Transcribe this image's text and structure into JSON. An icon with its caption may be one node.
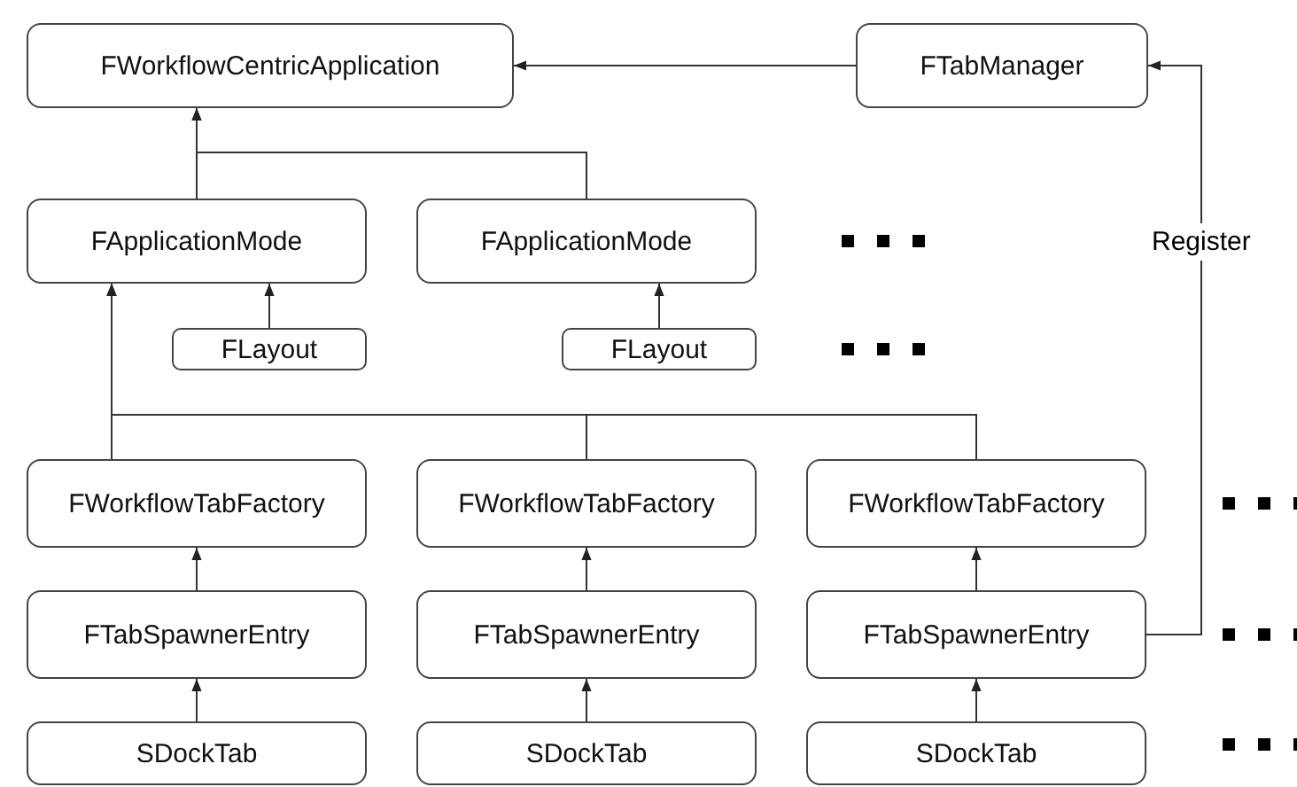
{
  "diagram": {
    "nodes": [
      {
        "text": [
          "FWorkflowCentricApplication"
        ]
      },
      {
        "text": [
          "FTabManager"
        ]
      },
      {
        "text": [
          "FApplicationMode"
        ]
      },
      {
        "text": [
          "FApplicationMode"
        ]
      },
      {
        "text": [
          "FLayout"
        ]
      },
      {
        "text": [
          "FLayout"
        ]
      },
      {
        "text": [
          "FWorkflowTabFactory"
        ]
      },
      {
        "text": [
          "FWorkflowTabFactory"
        ]
      },
      {
        "text": [
          "FWorkflowTabFactory"
        ]
      },
      {
        "text": [
          "FTabSpawnerEntry"
        ]
      },
      {
        "text": [
          "FTabSpawnerEntry"
        ]
      },
      {
        "text": [
          "FTabSpawnerEntry"
        ]
      },
      {
        "text": [
          "SDockTab"
        ]
      },
      {
        "text": [
          "SDockTab"
        ]
      },
      {
        "text": [
          "SDockTab"
        ]
      }
    ],
    "edges": [
      {
        "from": 1,
        "to": 0,
        "arrow": "to"
      },
      {
        "from": 2,
        "to": 0,
        "arrow": "to"
      },
      {
        "from": 3,
        "to": 0,
        "arrow": "to"
      },
      {
        "from": 4,
        "to": 2,
        "arrow": "to"
      },
      {
        "from": 5,
        "to": 3,
        "arrow": "to"
      },
      {
        "from": 6,
        "to": 2,
        "arrow": "to"
      },
      {
        "from": 7,
        "to": 2,
        "arrow": "to"
      },
      {
        "from": 8,
        "to": 2,
        "arrow": "to"
      },
      {
        "from": 9,
        "to": 6,
        "arrow": "to"
      },
      {
        "from": 10,
        "to": 7,
        "arrow": "to"
      },
      {
        "from": 11,
        "to": 8,
        "arrow": "to"
      },
      {
        "from": 12,
        "to": 9,
        "arrow": "to"
      },
      {
        "from": 13,
        "to": 10,
        "arrow": "to"
      },
      {
        "from": 14,
        "to": 11,
        "arrow": "to"
      },
      {
        "from": 11,
        "to": 1,
        "arrow": "to",
        "label": "Register"
      }
    ]
  }
}
